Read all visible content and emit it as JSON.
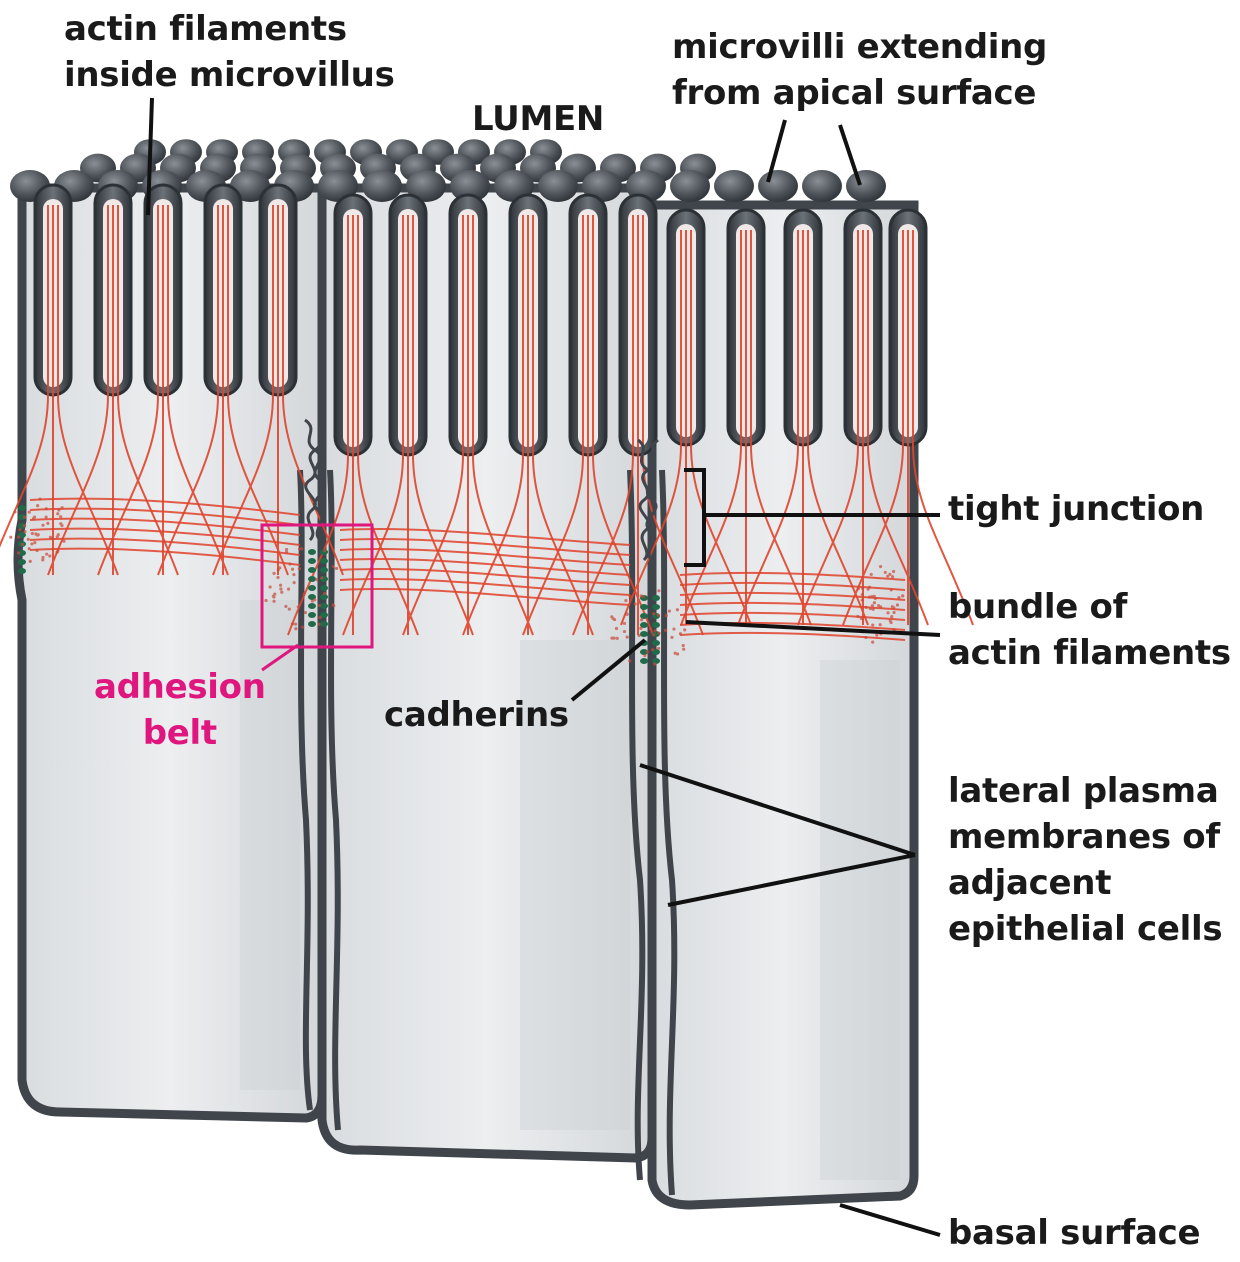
{
  "labels": {
    "actin_inside": [
      "actin filaments",
      "inside microvillus"
    ],
    "lumen": "LUMEN",
    "microvilli": [
      "microvilli extending",
      "from apical surface"
    ],
    "tight_junction": "tight junction",
    "bundle": [
      "bundle of",
      "actin filaments"
    ],
    "adhesion_belt": [
      "adhesion",
      "belt"
    ],
    "cadherins": "cadherins",
    "lateral": [
      "lateral plasma",
      "membranes of",
      "adjacent",
      "epithelial cells"
    ],
    "basal": "basal surface"
  },
  "colors": {
    "membrane": "#4a5056",
    "membrane_dark": "#2e3338",
    "cytoplasm": "#e6e8ea",
    "actin": "#e0442c",
    "cadherin": "#1f6b4a",
    "highlight": "#e0167f",
    "text": "#1a1a1a"
  }
}
